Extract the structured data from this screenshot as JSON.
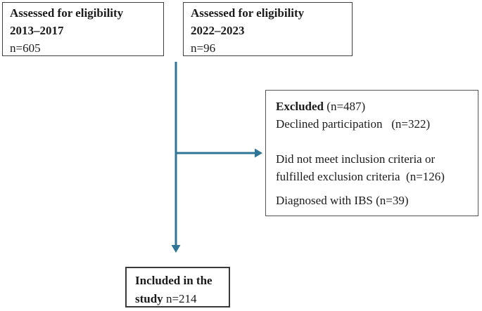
{
  "figure": {
    "type": "study-flow-diagram",
    "background": "#ffffff"
  },
  "colors": {
    "arrow": "#2e7596",
    "border": "#3f3f3f",
    "text": "#1b1b1b"
  },
  "boxes": {
    "eligibility_2013": {
      "title": "Assessed for eligibility",
      "period": "2013–2017",
      "count": "n=605"
    },
    "eligibility_2022": {
      "title": "Assessed for eligibility",
      "period": "2022–2023",
      "count": "n=96"
    },
    "excluded": {
      "title": "Excluded",
      "title_count": " (n=487)",
      "line_declined": "Declined participation   (n=322)",
      "line_inclusion_1": "Did not meet inclusion criteria or",
      "line_inclusion_2": "fulfilled exclusion criteria  (n=126)",
      "line_ibs": "Diagnosed with IBS (n=39)"
    },
    "included": {
      "title_line1": "Included in the",
      "title_line2": "study",
      "count": " n=214"
    }
  }
}
